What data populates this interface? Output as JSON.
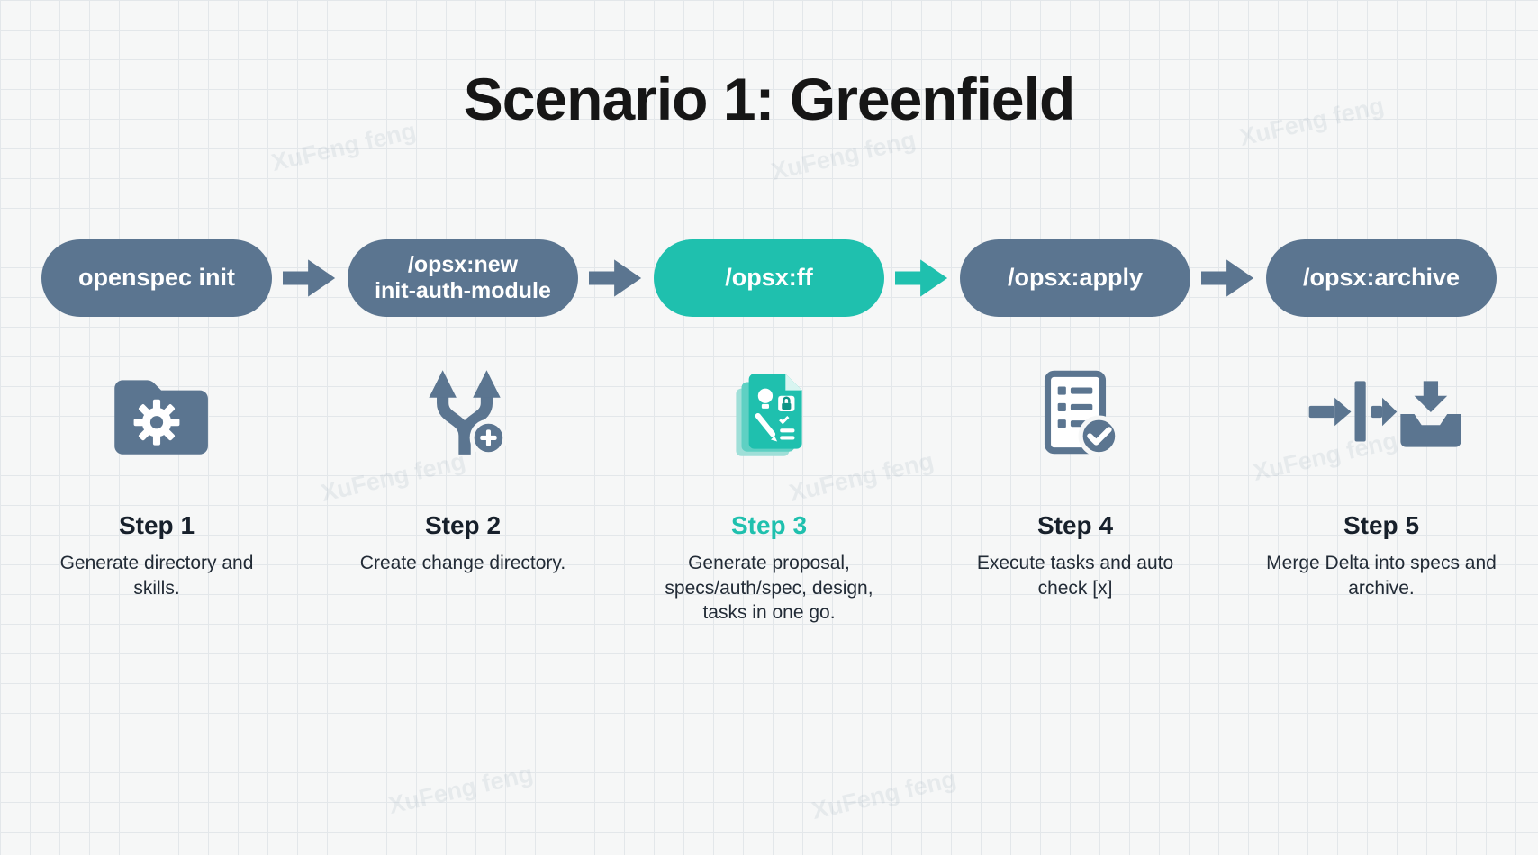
{
  "title": "Scenario 1: Greenfield",
  "watermark": {
    "text": "XuFeng feng"
  },
  "colors": {
    "slate": "#5b7590",
    "teal": "#1fc0ae",
    "background": "#f6f7f7"
  },
  "pipeline": {
    "steps": [
      {
        "command": "openspec init",
        "step": "Step 1",
        "description": "Generate directory and skills.",
        "icon": "folder-gear",
        "accent": "slate"
      },
      {
        "command": "/opsx:new\ninit-auth-module",
        "step": "Step 2",
        "description": "Create change directory.",
        "icon": "fork-plus",
        "accent": "slate"
      },
      {
        "command": "/opsx:ff",
        "step": "Step 3",
        "description": "Generate proposal, specs/auth/spec, design, tasks in one go.",
        "icon": "proposal-docs",
        "accent": "teal"
      },
      {
        "command": "/opsx:apply",
        "step": "Step 4",
        "description": "Execute tasks and auto check [x]",
        "icon": "checklist-check",
        "accent": "slate"
      },
      {
        "command": "/opsx:archive",
        "step": "Step 5",
        "description": "Merge Delta into specs and archive.",
        "icon": "merge-archive",
        "accent": "slate"
      }
    ],
    "arrows": [
      {
        "color": "slate"
      },
      {
        "color": "slate"
      },
      {
        "color": "teal"
      },
      {
        "color": "slate"
      }
    ]
  }
}
